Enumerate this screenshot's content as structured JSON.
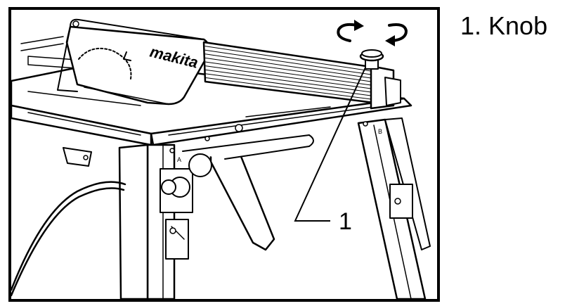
{
  "figure": {
    "brand_text": "makita",
    "callout_number": "1",
    "leg_letter_a": "A",
    "leg_letter_b": "B"
  },
  "legend": {
    "item_1": "1. Knob"
  },
  "icons": {
    "rotation": "rotate-both-directions-icon"
  }
}
